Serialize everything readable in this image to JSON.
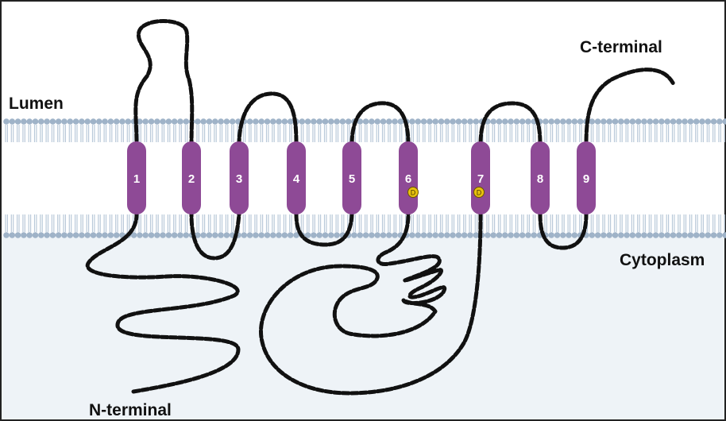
{
  "labels": {
    "lumen": "Lumen",
    "cytoplasm": "Cytoplasm",
    "c_terminal": "C-terminal",
    "n_terminal": "N-terminal"
  },
  "segments": [
    "1",
    "2",
    "3",
    "4",
    "5",
    "6",
    "7",
    "8",
    "9"
  ],
  "residue_marker": "D",
  "colors": {
    "membrane_head": "#9fb3c8",
    "membrane_tail": "#b9c9d9",
    "segment_fill": "#8e4a96",
    "chain": "#111111",
    "cytoplasm_bg": "#eef3f7",
    "marker_fill": "#e8c20f"
  }
}
